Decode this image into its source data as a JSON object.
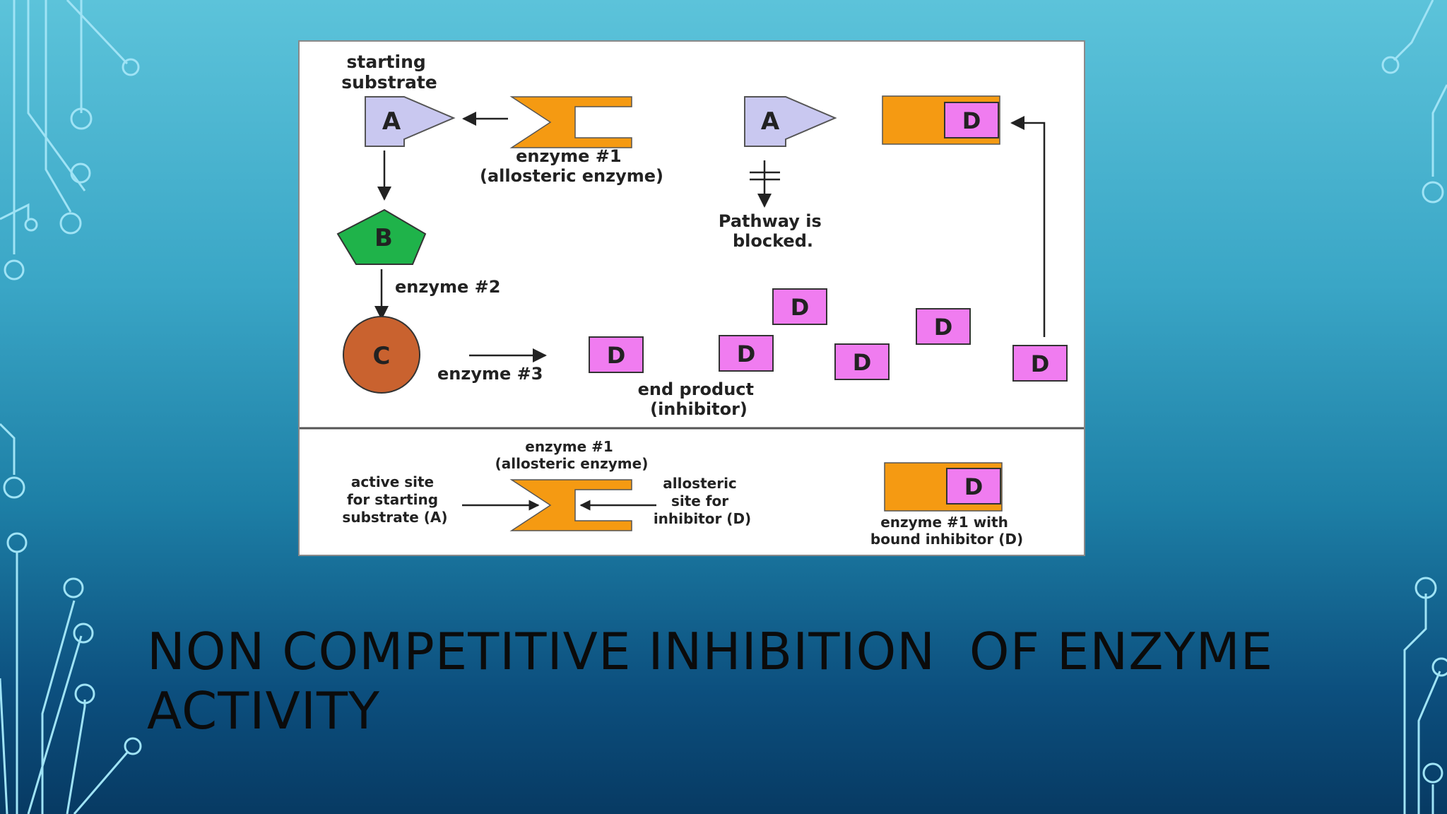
{
  "slide": {
    "title": "NON COMPETITIVE INHIBITION  OF ENZYME ACTIVITY"
  },
  "diagram": {
    "starting_substrate": [
      "starting",
      "substrate"
    ],
    "enzyme1_top": [
      "enzyme #1",
      "(allosteric enzyme)"
    ],
    "pathway_blocked": [
      "Pathway is",
      "blocked."
    ],
    "enzyme2": "enzyme #2",
    "enzyme3": "enzyme #3",
    "end_product": [
      "end product",
      "(inhibitor)"
    ],
    "enzyme1_bottom": [
      "enzyme #1",
      "(allosteric enzyme)"
    ],
    "active_site": [
      "active site",
      "for starting",
      "substrate (A)"
    ],
    "allosteric_site": [
      "allosteric",
      "site for",
      "inhibitor (D)"
    ],
    "bound_inhibitor": [
      "enzyme #1 with",
      "bound inhibitor (D)"
    ],
    "letters": {
      "a": "A",
      "b": "B",
      "c": "C",
      "d": "D"
    },
    "colors": {
      "substrate_a": "#c9c8f0",
      "molecule_b": "#1fb34a",
      "molecule_c": "#c9622f",
      "inhibitor_d": "#f07cf0",
      "enzyme": "#f59a12"
    }
  }
}
